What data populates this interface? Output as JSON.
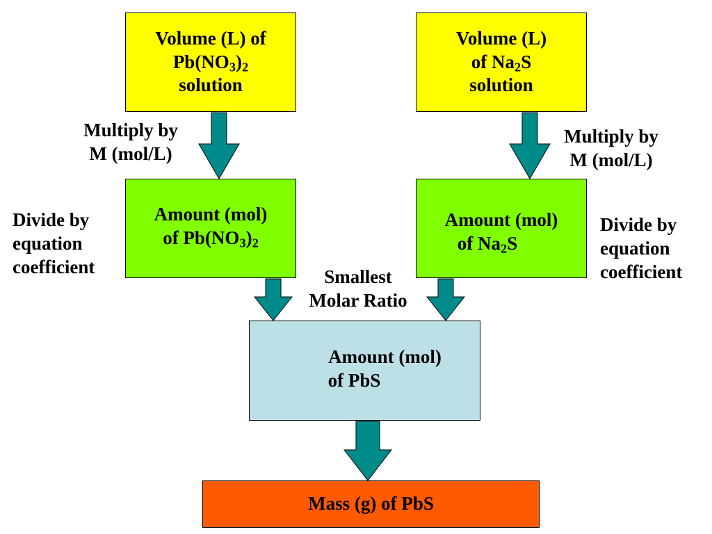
{
  "colors": {
    "volume_box": "#ffff00",
    "amount_box": "#80ff00",
    "product_box": "#bde0e6",
    "mass_box": "#ff5a00",
    "arrow": "#008b8b"
  },
  "boxes": {
    "pb_volume": {
      "line1": "Volume (L) of",
      "line2_pre": "Pb(NO",
      "line2_sub1": "3",
      "line2_mid": ")",
      "line2_sub2": "2",
      "line3": "solution"
    },
    "na_volume": {
      "line1": "Volume (L)",
      "line2_pre": "of Na",
      "line2_sub": "2",
      "line2_post": "S",
      "line3": "solution"
    },
    "pb_amount": {
      "line1": "Amount (mol)",
      "line2_pre": "of Pb(NO",
      "line2_sub1": "3",
      "line2_mid": ")",
      "line2_sub2": "2"
    },
    "na_amount": {
      "line1": "Amount (mol)",
      "line2_pre": "of Na",
      "line2_sub": "2",
      "line2_post": "S"
    },
    "pbs_amount": {
      "line1": "Amount (mol)",
      "line2": "of PbS"
    },
    "pbs_mass": {
      "line1": "Mass (g) of PbS"
    }
  },
  "labels": {
    "left_multiply": {
      "line1": "Multiply by",
      "line2": "M (mol/L)"
    },
    "right_multiply": {
      "line1": "Multiply by",
      "line2": "M (mol/L)"
    },
    "left_divide": {
      "line1": "Divide by",
      "line2": "equation",
      "line3": "coefficient"
    },
    "right_divide": {
      "line1": "Divide by",
      "line2": "equation",
      "line3": "coefficient"
    },
    "smallest_ratio": {
      "line1": "Smallest",
      "line2": "Molar Ratio"
    }
  }
}
